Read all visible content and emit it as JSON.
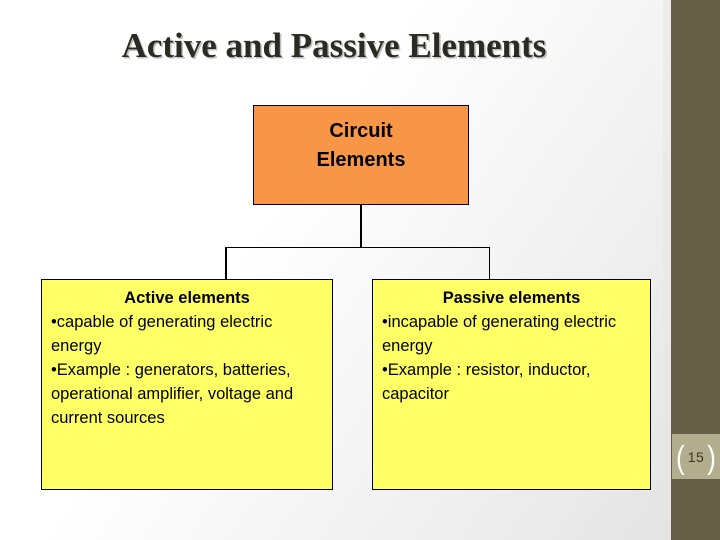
{
  "slide": {
    "title": "Active and Passive Elements",
    "page_number": "15",
    "bracket_left": "(",
    "bracket_right": ")",
    "colors": {
      "root_fill": "#f79646",
      "leaf_fill": "#ffff66",
      "border": "#000000",
      "sidebar": "#655f48",
      "badge": "#b2ad8c",
      "title_text": "#2b2b23"
    }
  },
  "diagram": {
    "type": "tree",
    "root": {
      "label_lines": [
        "Circuit",
        "Elements"
      ],
      "line1": "Circuit",
      "line2": "Elements"
    },
    "children": [
      {
        "heading": "Active elements",
        "body": "•capable of generating electric energy\n•Example : generators, batteries, operational amplifier, voltage and current sources",
        "bullets": [
          "capable of generating electric energy",
          "Example : generators, batteries, operational amplifier, voltage and current sources"
        ]
      },
      {
        "heading": "Passive elements",
        "body": "•incapable of generating electric energy\n•Example : resistor, inductor, capacitor",
        "bullets": [
          "incapable of generating electric energy",
          "Example : resistor, inductor, capacitor"
        ]
      }
    ]
  }
}
